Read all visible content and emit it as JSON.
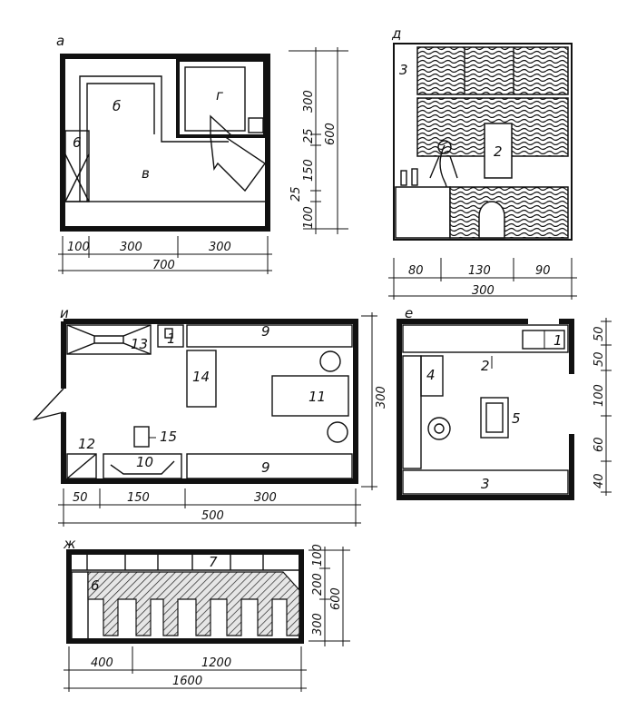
{
  "panels": {
    "a": {
      "tag": "а",
      "rooms": [
        "б",
        "в",
        "г",
        "6"
      ],
      "dims_bottom": [
        "100",
        "300",
        "300"
      ],
      "dims_total": "700",
      "dims_right": [
        "300",
        "25",
        "150",
        "25",
        "100"
      ],
      "dims_right_total": "600"
    },
    "d": {
      "tag": "д",
      "labels": [
        "3",
        "2"
      ],
      "dims_bottom": [
        "80",
        "130",
        "90"
      ],
      "dims_total": "300"
    },
    "i": {
      "tag": "и",
      "labels": [
        "13",
        "1",
        "9",
        "14",
        "11",
        "12",
        "15",
        "10",
        "9"
      ],
      "dims_bottom": [
        "50",
        "150",
        "300"
      ],
      "dims_total": "500",
      "dims_right_total": "300"
    },
    "e": {
      "tag": "е",
      "labels": [
        "1",
        "2",
        "4",
        "5",
        "3"
      ],
      "dims_right": [
        "50",
        "50",
        "100",
        "60",
        "40"
      ]
    },
    "zh": {
      "tag": "ж",
      "labels": [
        "7",
        "6"
      ],
      "dims_bottom": [
        "400",
        "1200"
      ],
      "dims_total": "1600",
      "dims_right": [
        "100",
        "200",
        "300"
      ],
      "dims_right_total": "600"
    }
  }
}
